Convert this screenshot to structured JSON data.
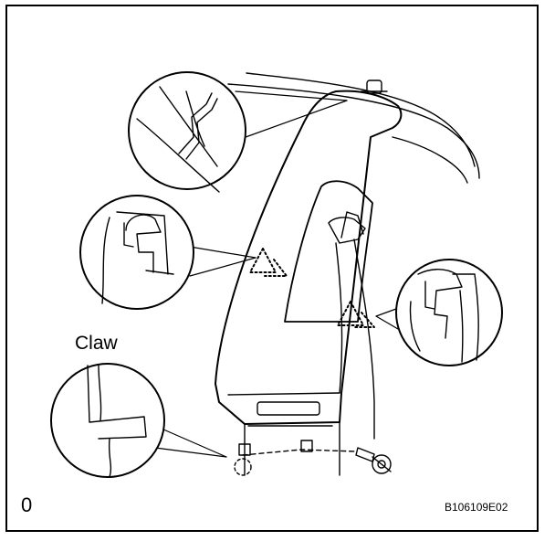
{
  "figure": {
    "label_claw": "Claw",
    "corner_mark": "0",
    "figure_code": "B106109E02"
  },
  "colors": {
    "ink": "#000000",
    "paper": "#ffffff"
  }
}
